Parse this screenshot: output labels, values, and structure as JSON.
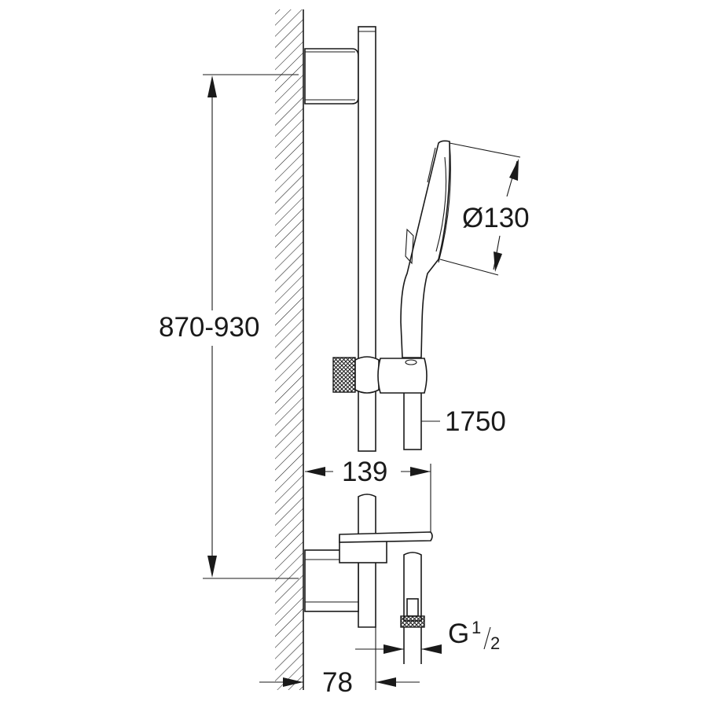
{
  "dimensions": {
    "height_range": "870-930",
    "head_diameter": "Ø130",
    "hose_length": "1750",
    "bar_projection": "139",
    "holder_projection": "78",
    "thread_main": "G",
    "thread_num": "1",
    "thread_den": "2"
  },
  "colors": {
    "line": "#1a1a1a",
    "background": "#ffffff"
  }
}
